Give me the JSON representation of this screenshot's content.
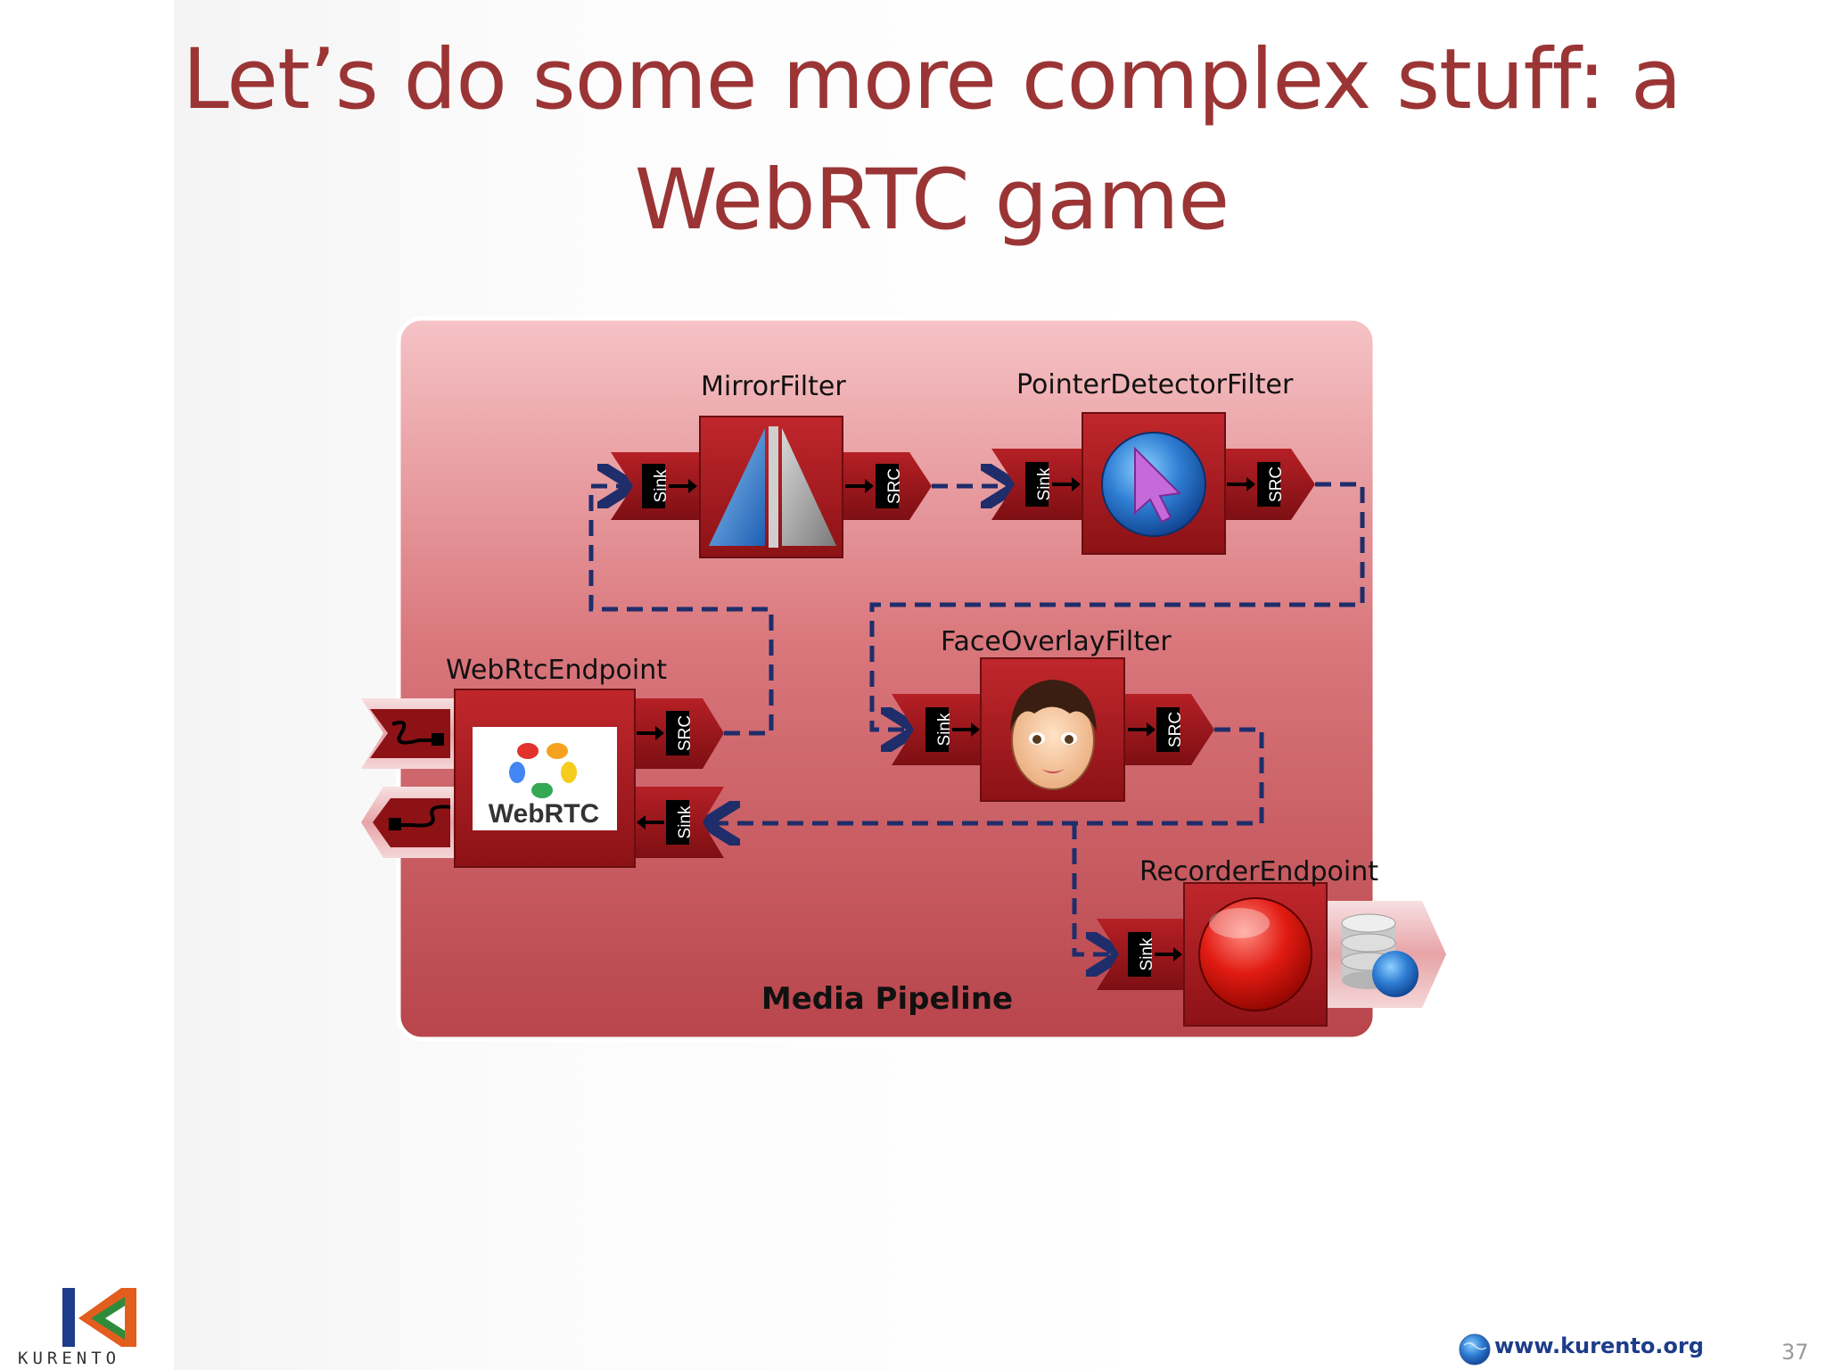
{
  "slide": {
    "title_line1": "Let’s do some more complex stuff: a",
    "title_line2": "WebRTC game",
    "page_number": "37",
    "website": "www.kurento.org",
    "brand": "KURENTO"
  },
  "diagram": {
    "container_label": "Media Pipeline",
    "elements": {
      "mirror_filter": "MirrorFilter",
      "pointer_detector_filter": "PointerDetectorFilter",
      "webrtc_endpoint": "WebRtcEndpoint",
      "face_overlay_filter": "FaceOverlayFilter",
      "recorder_endpoint": "RecorderEndpoint"
    },
    "ports": {
      "sink": "Sink",
      "src": "SRC"
    },
    "webrtc_logo_text": "WebRTC"
  },
  "colors": {
    "title": "#9b3535",
    "pipeline_fill": "#c9575d",
    "box_red": "#a41b1f",
    "connector": "#1f2d6b"
  }
}
